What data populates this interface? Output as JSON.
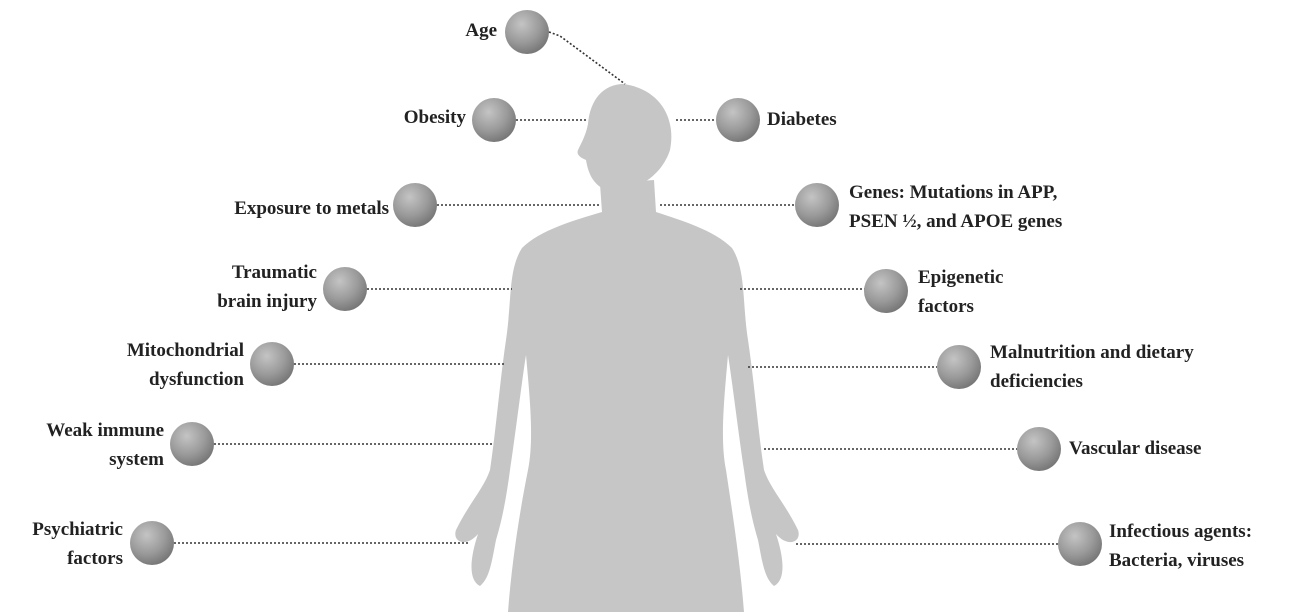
{
  "factors": {
    "age": [
      "Age"
    ],
    "obesity": [
      "Obesity"
    ],
    "diabetes": [
      "Diabetes"
    ],
    "metals": [
      "Exposure to metals"
    ],
    "genes": [
      "Genes: Mutations in APP,",
      "PSEN ½, and APOE genes"
    ],
    "tbi": [
      "Traumatic",
      "brain injury"
    ],
    "epigenetic": [
      "Epigenetic",
      "factors"
    ],
    "mito": [
      "Mitochondrial",
      "dysfunction"
    ],
    "malnutrition": [
      "Malnutrition and dietary",
      "deficiencies"
    ],
    "immune": [
      "Weak immune",
      "system"
    ],
    "vascular": [
      "Vascular disease"
    ],
    "psychiatric": [
      "Psychiatric",
      "factors"
    ],
    "infectious": [
      "Infectious agents:",
      "Bacteria, viruses"
    ]
  },
  "colors": {
    "silhouette": "#c6c6c6",
    "node_light": "#bdbdbd",
    "node_dark": "#7a7a7a",
    "connector": "#333333"
  }
}
